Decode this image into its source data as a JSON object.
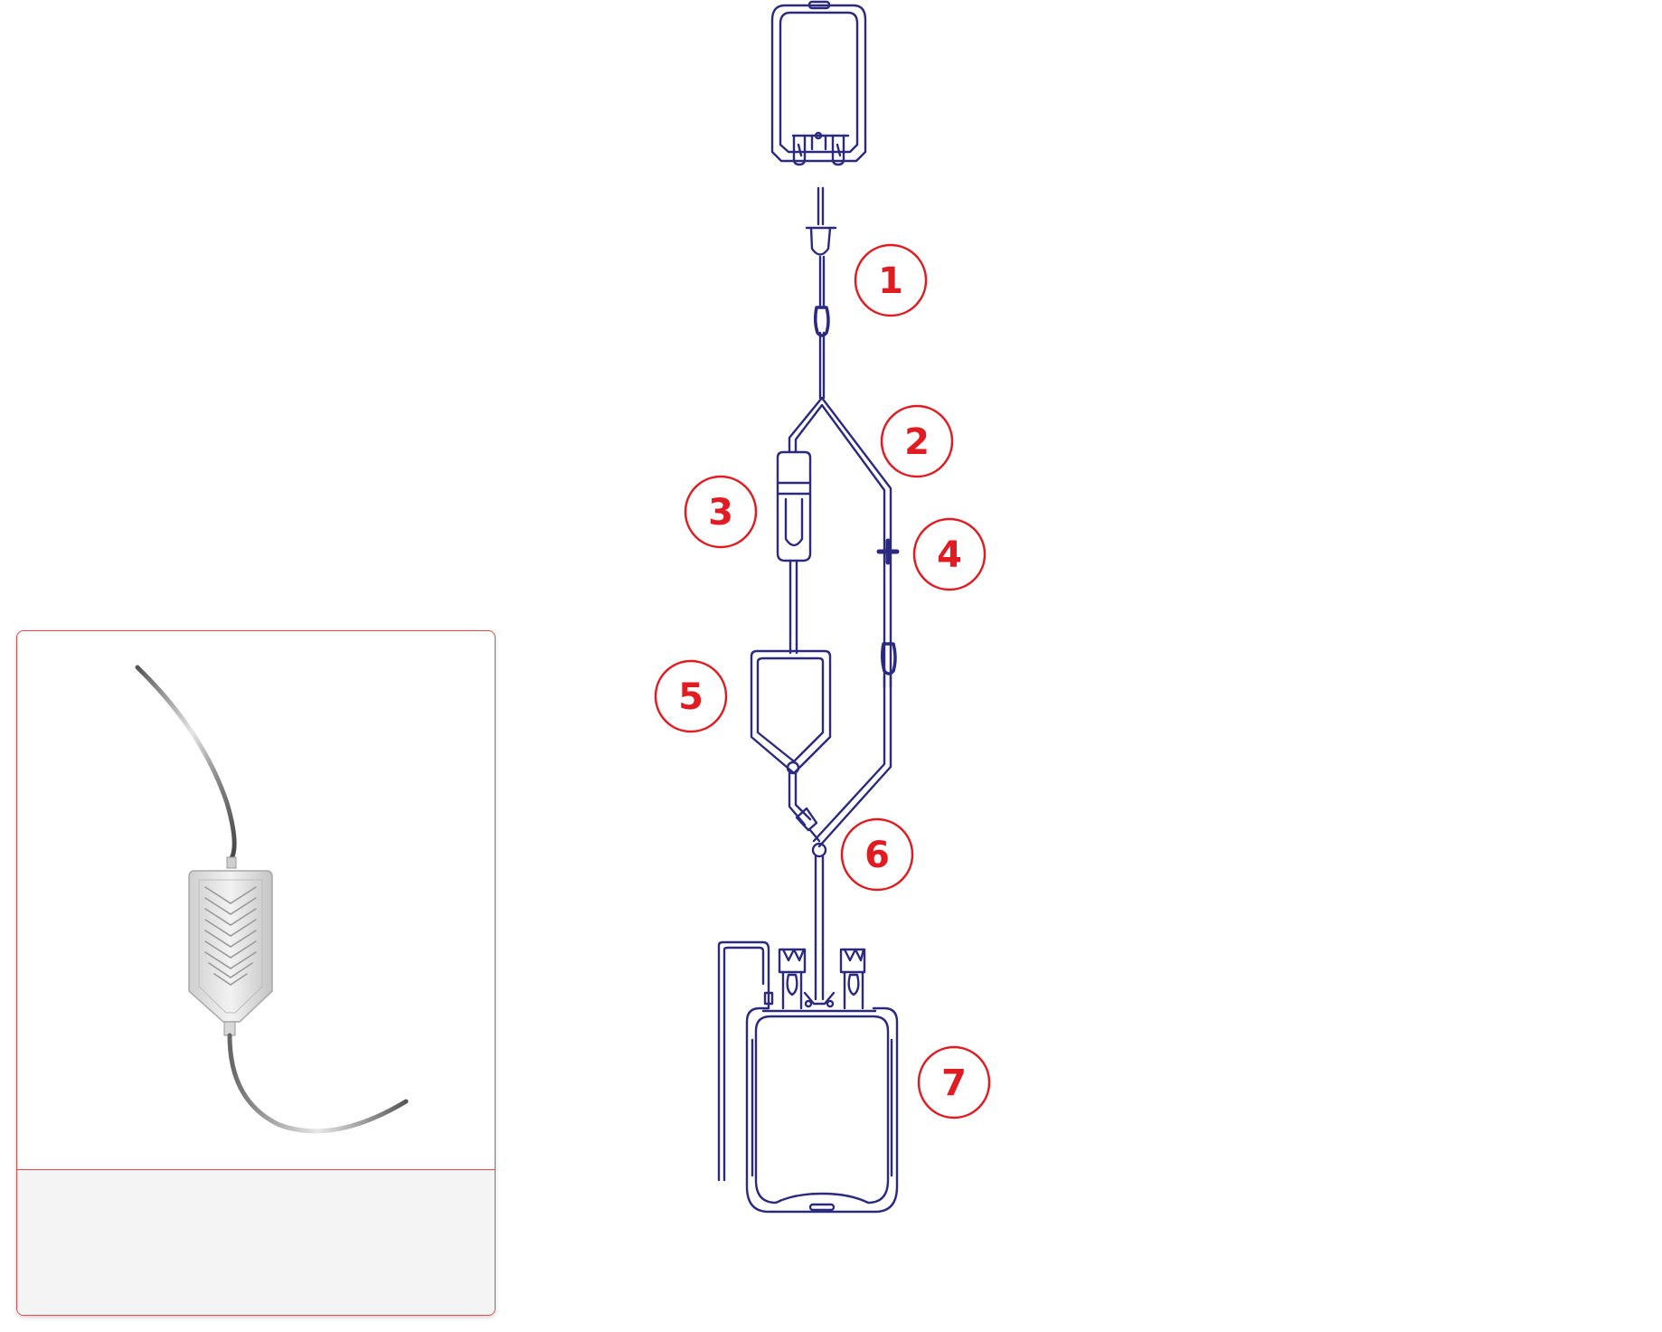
{
  "diagram": {
    "colors": {
      "line": "#2b2a7f",
      "callout": "#e11b22",
      "card_border": "#e8474c",
      "card_footer_bg": "#f4f4f4"
    },
    "callouts": [
      {
        "number": "1"
      },
      {
        "number": "2"
      },
      {
        "number": "3"
      },
      {
        "number": "4"
      },
      {
        "number": "5"
      },
      {
        "number": "6"
      },
      {
        "number": "7"
      }
    ]
  },
  "info_card": {
    "image_icon": "filter-bag-with-tubing-icon",
    "caption": ""
  }
}
